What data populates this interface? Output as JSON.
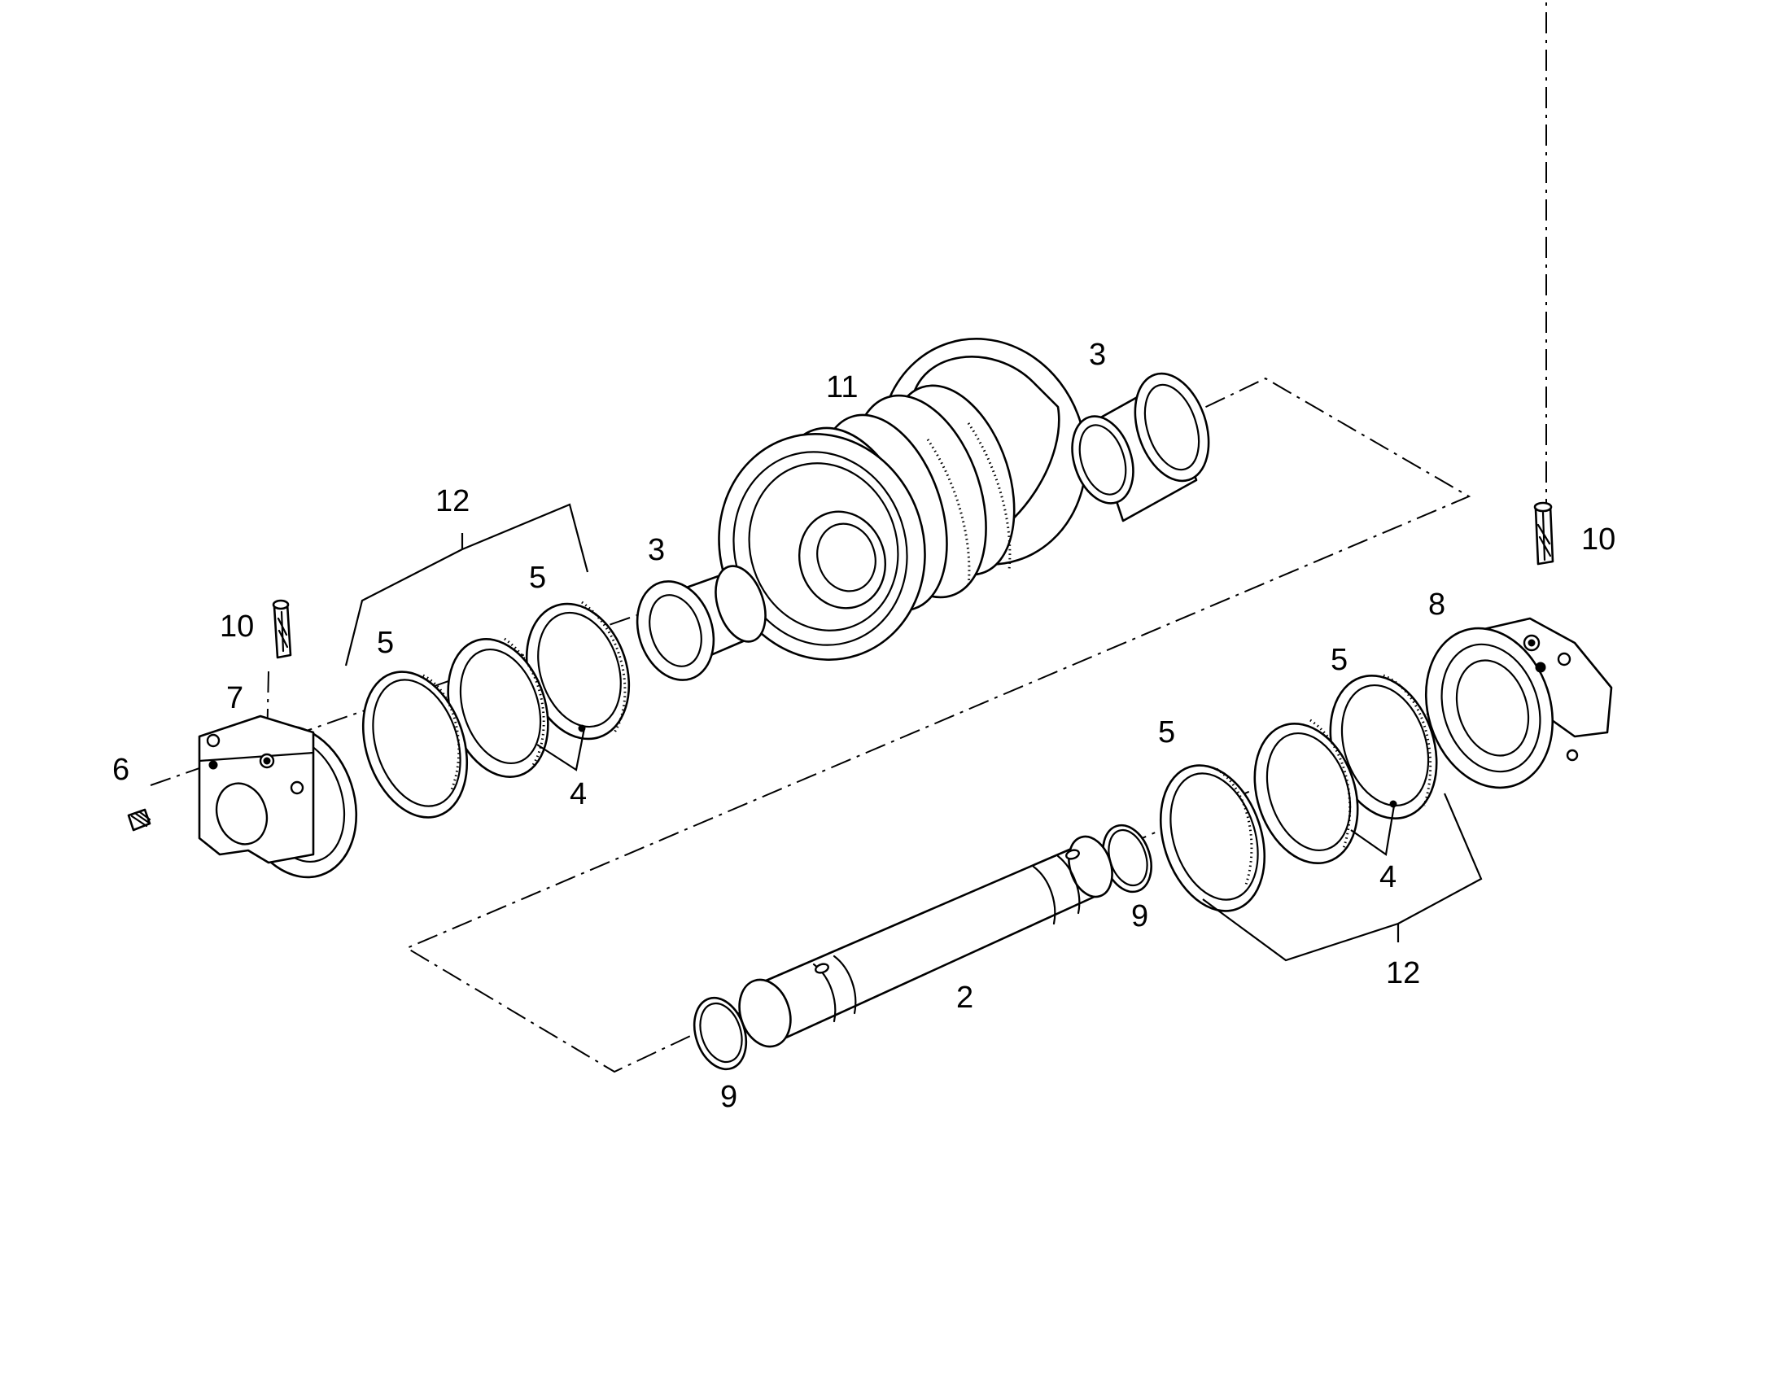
{
  "callouts": {
    "p2": "2",
    "p3_front": "3",
    "p3_rear": "3",
    "p4_left": "4",
    "p4_right": "4",
    "p5_left_outer": "5",
    "p5_left_inner": "5",
    "p5_right_outer": "5",
    "p5_right_inner": "5",
    "p6": "6",
    "p7": "7",
    "p8": "8",
    "p9_front": "9",
    "p9_rear": "9",
    "p10_left": "10",
    "p10_right": "10",
    "p11": "11",
    "p12_left": "12",
    "p12_right": "12"
  }
}
